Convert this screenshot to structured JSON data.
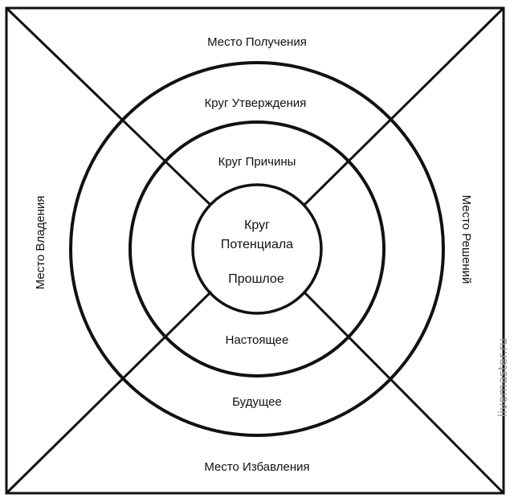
{
  "diagram": {
    "places": {
      "top": "Место Получения",
      "left": "Место Владения",
      "right": "Место Решений",
      "bottom": "Место Избавления"
    },
    "circles": {
      "outer": "Круг Утверждения",
      "middle": "Круг Причины",
      "inner_line1": "Круг",
      "inner_line2": "Потенциала"
    },
    "time": {
      "past": "Прошлое",
      "present": "Настоящее",
      "future": "Будущее"
    },
    "watermark": "livemaster.ru"
  },
  "colors": {
    "line": "#111111",
    "background": "#ffffff",
    "watermark": "#9a9a9a"
  }
}
